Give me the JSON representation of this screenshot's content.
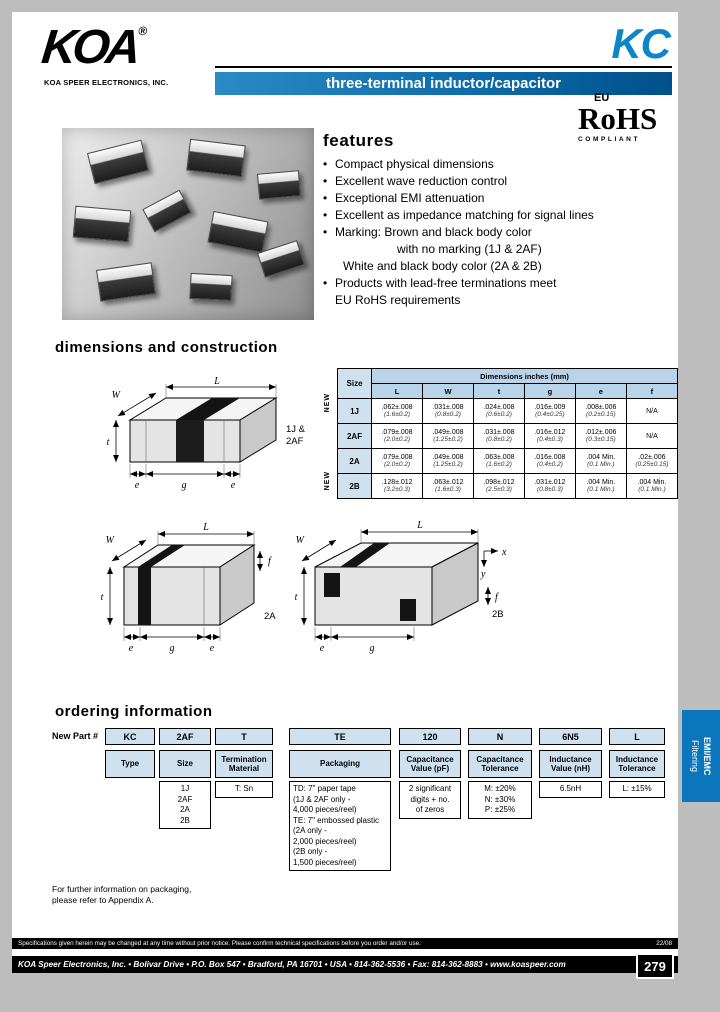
{
  "header": {
    "brand": "KOA",
    "reg": "®",
    "company": "KOA SPEER ELECTRONICS, INC.",
    "product_code": "KC",
    "subtitle": "three-terminal inductor/capacitor",
    "rohs_eu": "EU",
    "rohs_name": "RoHS",
    "rohs_compliant": "COMPLIANT"
  },
  "features": {
    "title": "features",
    "items": [
      {
        "lines": [
          "Compact physical dimensions"
        ]
      },
      {
        "lines": [
          "Excellent wave reduction control"
        ]
      },
      {
        "lines": [
          "Exceptional EMI attenuation"
        ]
      },
      {
        "lines": [
          "Excellent as impedance matching for signal lines"
        ]
      },
      {
        "lines": [
          "Marking: Brown and black body color",
          "with no marking (1J & 2AF)",
          "White and black body color (2A & 2B)"
        ]
      },
      {
        "lines": [
          "Products with lead-free terminations meet",
          "EU RoHS requirements"
        ]
      }
    ]
  },
  "dimensions": {
    "title": "dimensions and construction",
    "new_label": "NEW",
    "table": {
      "span_header": "Dimensions inches (mm)",
      "size_col": "Size",
      "columns": [
        "L",
        "W",
        "t",
        "g",
        "e",
        "f"
      ],
      "rows": [
        {
          "size": "1J",
          "cells": [
            {
              "in": ".062±.008",
              "mm": "(1.6±0.2)"
            },
            {
              "in": ".031±.008",
              "mm": "(0.8±0.2)"
            },
            {
              "in": ".024±.008",
              "mm": "(0.6±0.2)"
            },
            {
              "in": ".016±.009",
              "mm": "(0.4±0.25)"
            },
            {
              "in": ".008±.006",
              "mm": "(0.2±0.15)"
            },
            {
              "in": "N/A",
              "mm": ""
            }
          ]
        },
        {
          "size": "2AF",
          "cells": [
            {
              "in": ".079±.008",
              "mm": "(2.0±0.2)"
            },
            {
              "in": ".049±.008",
              "mm": "(1.25±0.2)"
            },
            {
              "in": ".031±.008",
              "mm": "(0.8±0.2)"
            },
            {
              "in": ".016±.012",
              "mm": "(0.4±0.3)"
            },
            {
              "in": ".012±.006",
              "mm": "(0.3±0.15)"
            },
            {
              "in": "N/A",
              "mm": ""
            }
          ]
        },
        {
          "size": "2A",
          "cells": [
            {
              "in": ".079±.008",
              "mm": "(2.0±0.2)"
            },
            {
              "in": ".049±.008",
              "mm": "(1.25±0.2)"
            },
            {
              "in": ".063±.008",
              "mm": "(1.6±0.2)"
            },
            {
              "in": ".016±.008",
              "mm": "(0.4±0.2)"
            },
            {
              "in": ".004 Min.",
              "mm": "(0.1 Min.)"
            },
            {
              "in": ".02±.006",
              "mm": "(0.25±0.15)"
            }
          ]
        },
        {
          "size": "2B",
          "cells": [
            {
              "in": ".128±.012",
              "mm": "(3.2±0.3)"
            },
            {
              "in": ".063±.012",
              "mm": "(1.6±0.3)"
            },
            {
              "in": ".098±.012",
              "mm": "(2.5±0.3)"
            },
            {
              "in": ".031±.012",
              "mm": "(0.8±0.3)"
            },
            {
              "in": ".004 Min.",
              "mm": "(0.1 Min.)"
            },
            {
              "in": ".004 Min.",
              "mm": "(0.1 Min.)"
            }
          ]
        }
      ]
    }
  },
  "diagrams": {
    "labels": {
      "L": "L",
      "W": "W",
      "t": "t",
      "g": "g",
      "e": "e",
      "f": "f",
      "x": "x",
      "y": "y"
    },
    "captions": {
      "d1_line1": "1J &",
      "d1_line2": "2AF",
      "d2": "2A",
      "d3": "2B"
    }
  },
  "ordering": {
    "title": "ordering information",
    "new_part_label": "New Part #",
    "columns": [
      {
        "code": "KC",
        "header": [
          "Type",
          ""
        ],
        "details": []
      },
      {
        "code": "2AF",
        "header": [
          "Size",
          ""
        ],
        "details": [
          "1J",
          "2AF",
          "2A",
          "2B"
        ]
      },
      {
        "code": "T",
        "header": [
          "Termination",
          "Material"
        ],
        "details": [
          "T: Sn"
        ]
      },
      {
        "code": "TE",
        "header": [
          "Packaging",
          ""
        ],
        "details": [
          "TD: 7\" paper tape",
          "(1J & 2AF only -",
          "4,000 pieces/reel)",
          "TE: 7\" embossed plastic",
          "(2A only -",
          "2,000 pieces/reel)",
          "(2B only -",
          "1,500 pieces/reel)"
        ]
      },
      {
        "code": "120",
        "header": [
          "Capacitance",
          "Value (pF)"
        ],
        "details": [
          "2 significant",
          "digits + no.",
          "of zeros"
        ]
      },
      {
        "code": "N",
        "header": [
          "Capacitance",
          "Tolerance"
        ],
        "details": [
          "M: ±20%",
          "N: ±30%",
          "P: ±25%"
        ]
      },
      {
        "code": "6N5",
        "header": [
          "Inductance",
          "Value (nH)"
        ],
        "details": [
          "6.5nH"
        ]
      },
      {
        "code": "L",
        "header": [
          "Inductance",
          "Tolerance"
        ],
        "details": [
          "L: ±15%"
        ]
      }
    ],
    "footnote": [
      "For further information on packaging,",
      "please refer to Appendix A."
    ]
  },
  "footer": {
    "disclaimer": "Specifications given herein may be changed at any time without prior notice. Please confirm technical specifications before you order and/or use.",
    "date_code": "22/08",
    "company_line": "KOA Speer Electronics, Inc. • Bolivar Drive • P.O. Box 547 • Bradford, PA 16701 • USA • 814-362-5536 • Fax: 814-362-8883 • www.koaspeer.com",
    "page_number": "279"
  },
  "side_tab": {
    "line1": "EMI/EMC",
    "line2": "Filtering"
  }
}
